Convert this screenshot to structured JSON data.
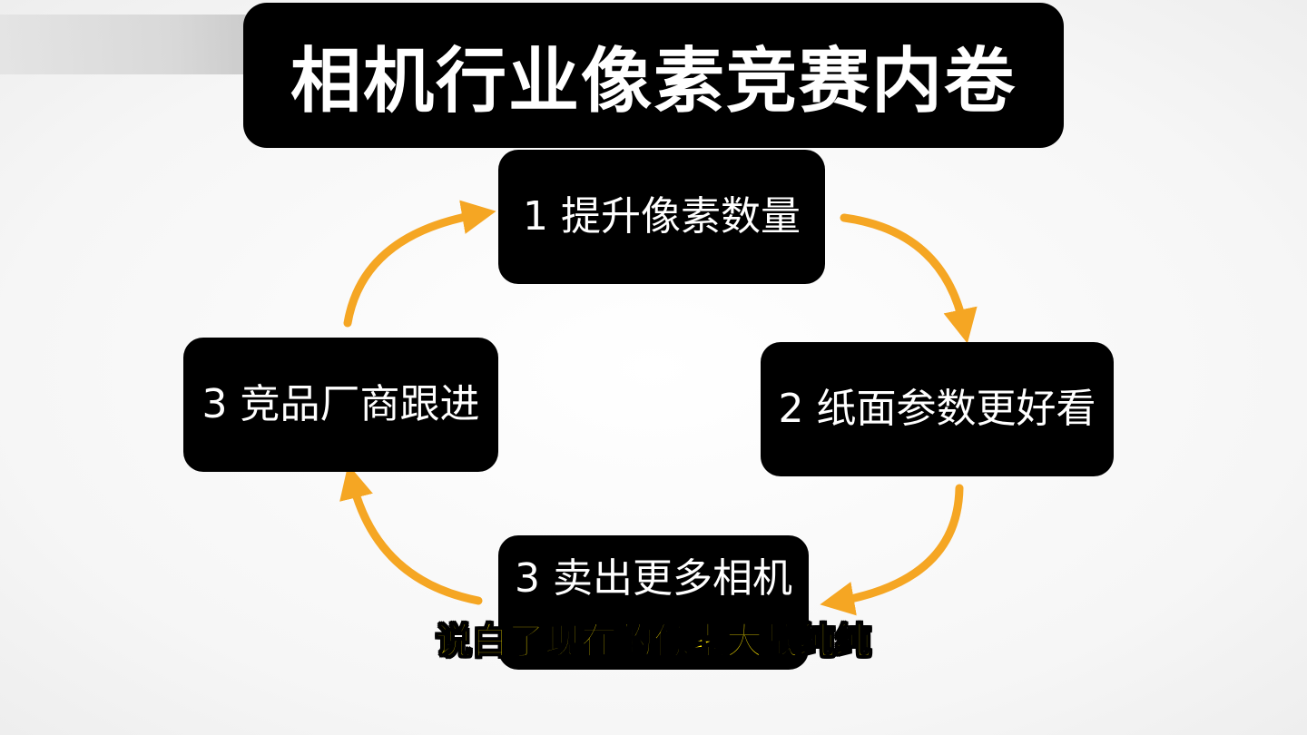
{
  "title": "相机行业像素竞赛内卷",
  "nodes": {
    "n1": {
      "label": "1 提升像素数量"
    },
    "n2": {
      "label": "2 纸面参数更好看"
    },
    "n3": {
      "label": "3 卖出更多相机"
    },
    "n4": {
      "label": "3 竞品厂商跟进"
    }
  },
  "subtitle": "说白了现在的像素大战纯纯",
  "colors": {
    "arrow": "#F5A623",
    "node_bg": "#000000",
    "node_text": "#FFFFFF",
    "subtitle_text": "#FFE600"
  }
}
